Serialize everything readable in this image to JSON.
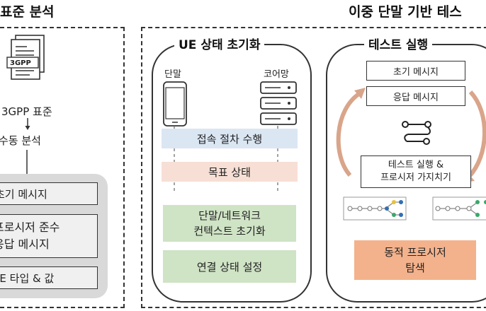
{
  "left_section": {
    "title": "표준 분석",
    "doc_label": "3GPP",
    "standard_label": "3GPP 표준",
    "manual_analysis_label": "수동 분석",
    "boxes": [
      "초기 메시지",
      "프로시저 준수",
      "응답 메시지",
      "IE 타입 & 값"
    ],
    "box_ie_prefix": "IE",
    "box_ie_rest": "타입 & 값"
  },
  "right_section": {
    "title": "이중 단말 기반 테스",
    "ue_panel": {
      "title": "UE 상태 초기화",
      "device_label": "단말",
      "core_label": "코어망",
      "bar_access": "접속 절차 수행",
      "bar_target": "목표 상태",
      "context_init_line1": "단말/네트워크",
      "context_init_line2": "컨텍스트 초기화",
      "connection_setup": "연결 상태 설정"
    },
    "test_panel": {
      "title": "테스트 실행",
      "initial_message": "초기 메시지",
      "response_message": "응답 메시지",
      "prune_line1": "테스트 실행 &",
      "prune_line2": "프로시저 가지치기",
      "explore_line1": "동적 프로시저",
      "explore_line2": "탐색"
    }
  },
  "colors": {
    "blue_bar": "#dbe6f3",
    "pink_bar": "#f7dfd5",
    "green_box": "#cfe3c5",
    "orange_box": "#f3b28c",
    "grey_panel": "#d9d9d9",
    "arrow_orange": "#d9a58a"
  }
}
